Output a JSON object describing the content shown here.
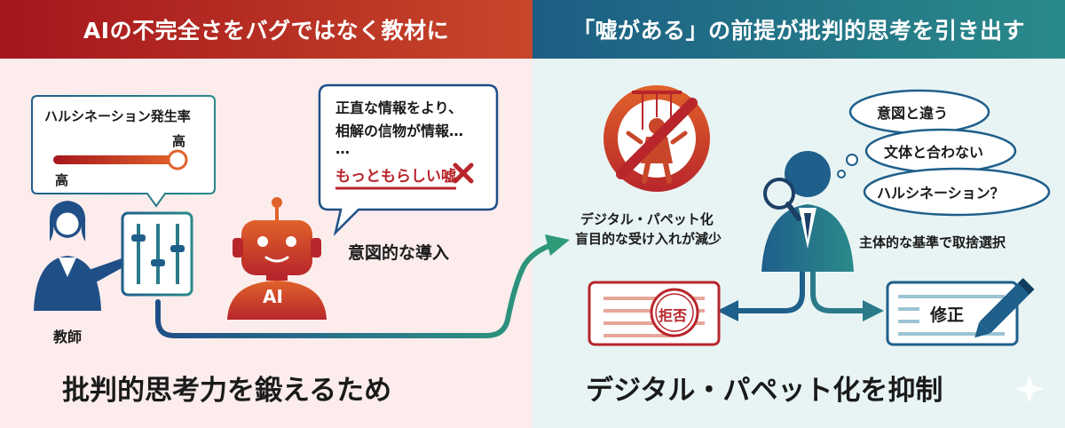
{
  "left": {
    "header": "AIの不完全さをバグではなく教材に",
    "gauge": {
      "title": "ハルシネーション発生率",
      "high_label": "高",
      "low_label": "高"
    },
    "speech": {
      "line1": "正直な情報をより、",
      "line2": "相解の信物が情報…",
      "line3": "…",
      "highlight": "もっともらしい嘘"
    },
    "teacher_label": "教師",
    "ai_label": "AI",
    "intro_label": "意図的な導入",
    "bottom_title": "批判的思考力を鍛えるため"
  },
  "right": {
    "header": "「嘘がある」の前提が批判的思考を引き出す",
    "puppet_line1": "デジタル・パペット化",
    "puppet_line2": "盲目的な受け入れが減少",
    "thoughts": [
      "意図と違う",
      "文体と合わない",
      "ハルシネーション？"
    ],
    "selection_label": "主体的な基準で取捨選択",
    "reject_stamp": "拒否",
    "fix_label": "修正",
    "bottom_title": "デジタル・パペット化を抑制"
  },
  "colors": {
    "red": "#b8262b",
    "orange": "#e0622a",
    "blue": "#1f5f8b",
    "teal": "#2a8a8a",
    "green": "#2e8f6e"
  }
}
